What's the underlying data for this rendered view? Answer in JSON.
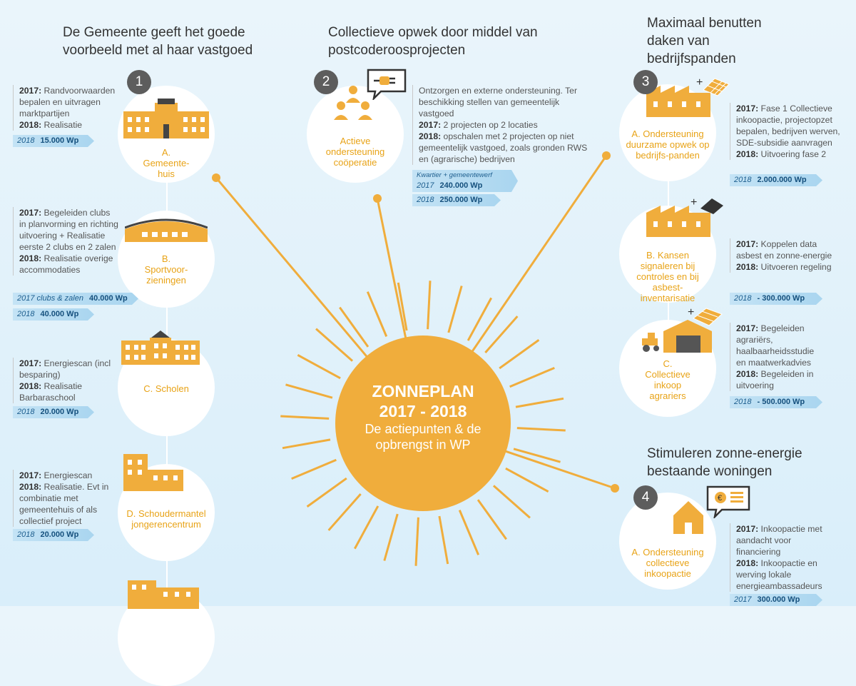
{
  "colors": {
    "accent": "#f0ad3c",
    "icon": "#f0ad3c",
    "tag": "#a9d5ef",
    "number_bg": "#5d5d5d"
  },
  "headings": {
    "h1": "De Gemeente geeft het goede voorbeeld met al haar vastgoed",
    "h2": "Collectieve opwek door middel van postcoderoosprojecten",
    "h3": "Maximaal benutten daken van bedrijfspanden",
    "h4": "Stimuleren zonne-energie bestaande woningen"
  },
  "center": {
    "title": "ZONNEPLAN 2017 - 2018",
    "subtitle": "De actiepunten & de opbrengst in WP"
  },
  "numbers": [
    "1",
    "2",
    "3",
    "4"
  ],
  "left": {
    "a": {
      "label": "A. Gemeente-huis",
      "desc": [
        "2017: Randvoorwaarden bepalen en uitvragen marktpartijen",
        "2018: Realisatie"
      ],
      "tags": [
        {
          "year": "2018",
          "value": "15.000 Wp"
        }
      ]
    },
    "b": {
      "label": "B. Sportvoor-zieningen",
      "desc": [
        "2017: Begeleiden clubs in planvorming en richting uitvoering + Realisatie eerste 2 clubs en 2 zalen",
        "2018: Realisatie overige accommodaties"
      ],
      "tags": [
        {
          "year": "2017 clubs & zalen",
          "value": "40.000 Wp"
        },
        {
          "year": "2018",
          "value": "40.000 Wp"
        }
      ]
    },
    "c": {
      "label": "C. Scholen",
      "desc": [
        "2017: Energiescan (incl besparing)",
        "2018: Realisatie Barbaraschool"
      ],
      "tags": [
        {
          "year": "2018",
          "value": "20.000 Wp"
        }
      ]
    },
    "d": {
      "label": "D. Schoudermantel jongerencentrum",
      "desc": [
        "2017: Energiescan",
        "2018: Realisatie. Evt in combinatie met gemeentehuis of als collectief project"
      ],
      "tags": [
        {
          "year": "2018",
          "value": "20.000 Wp"
        }
      ]
    }
  },
  "middle": {
    "label": "Actieve ondersteuning coöperatie",
    "desc": [
      "Ontzorgen en externe ondersteuning. Ter beschikking stellen van gemeentelijk vastgoed",
      "2017: 2 projecten op 2 locaties",
      "2018: opschalen met 2 projecten op niet gemeentelijk vastgoed, zoals gronden RWS en (agrarische) bedrijven"
    ],
    "tags": [
      {
        "year": "Kwartier + gemeentewerf",
        "year2": "2017",
        "value": "240.000 Wp"
      },
      {
        "year": "2018",
        "value": "250.000 Wp"
      }
    ]
  },
  "right": {
    "a": {
      "label": "A. Ondersteuning duurzame opwek op bedrijfs-panden",
      "desc": [
        "2017: Fase 1 Collectieve inkoopactie, projectopzet bepalen, bedrijven werven, SDE-subsidie aanvragen",
        "2018: Uitvoering fase 2"
      ],
      "tags": [
        {
          "year": "2018",
          "value": "2.000.000 Wp"
        }
      ]
    },
    "b": {
      "label": "B. Kansen signaleren bij controles en bij asbest-inventarisatie",
      "desc": [
        "2017: Koppelen data asbest en zonne-energie",
        "2018: Uitvoeren regeling"
      ],
      "tags": [
        {
          "year": "2018",
          "value": "- 300.000 Wp"
        }
      ]
    },
    "c": {
      "label": "C. Collectieve inkoop agrariers",
      "desc": [
        "2017: Begeleiden agrariërs, haalbaarheidsstudie en maatwerkadvies",
        "2018: Begeleiden in uitvoering"
      ],
      "tags": [
        {
          "year": "2018",
          "value": "- 500.000 Wp"
        }
      ]
    },
    "d": {
      "label": "A. Ondersteuning collectieve inkoopactie",
      "desc": [
        "2017: Inkoopactie met aandacht voor financiering",
        "2018: Inkoopactie en werving lokale energieambassadeurs"
      ],
      "tags": [
        {
          "year": "2017",
          "value": "300.000 Wp"
        }
      ]
    }
  }
}
